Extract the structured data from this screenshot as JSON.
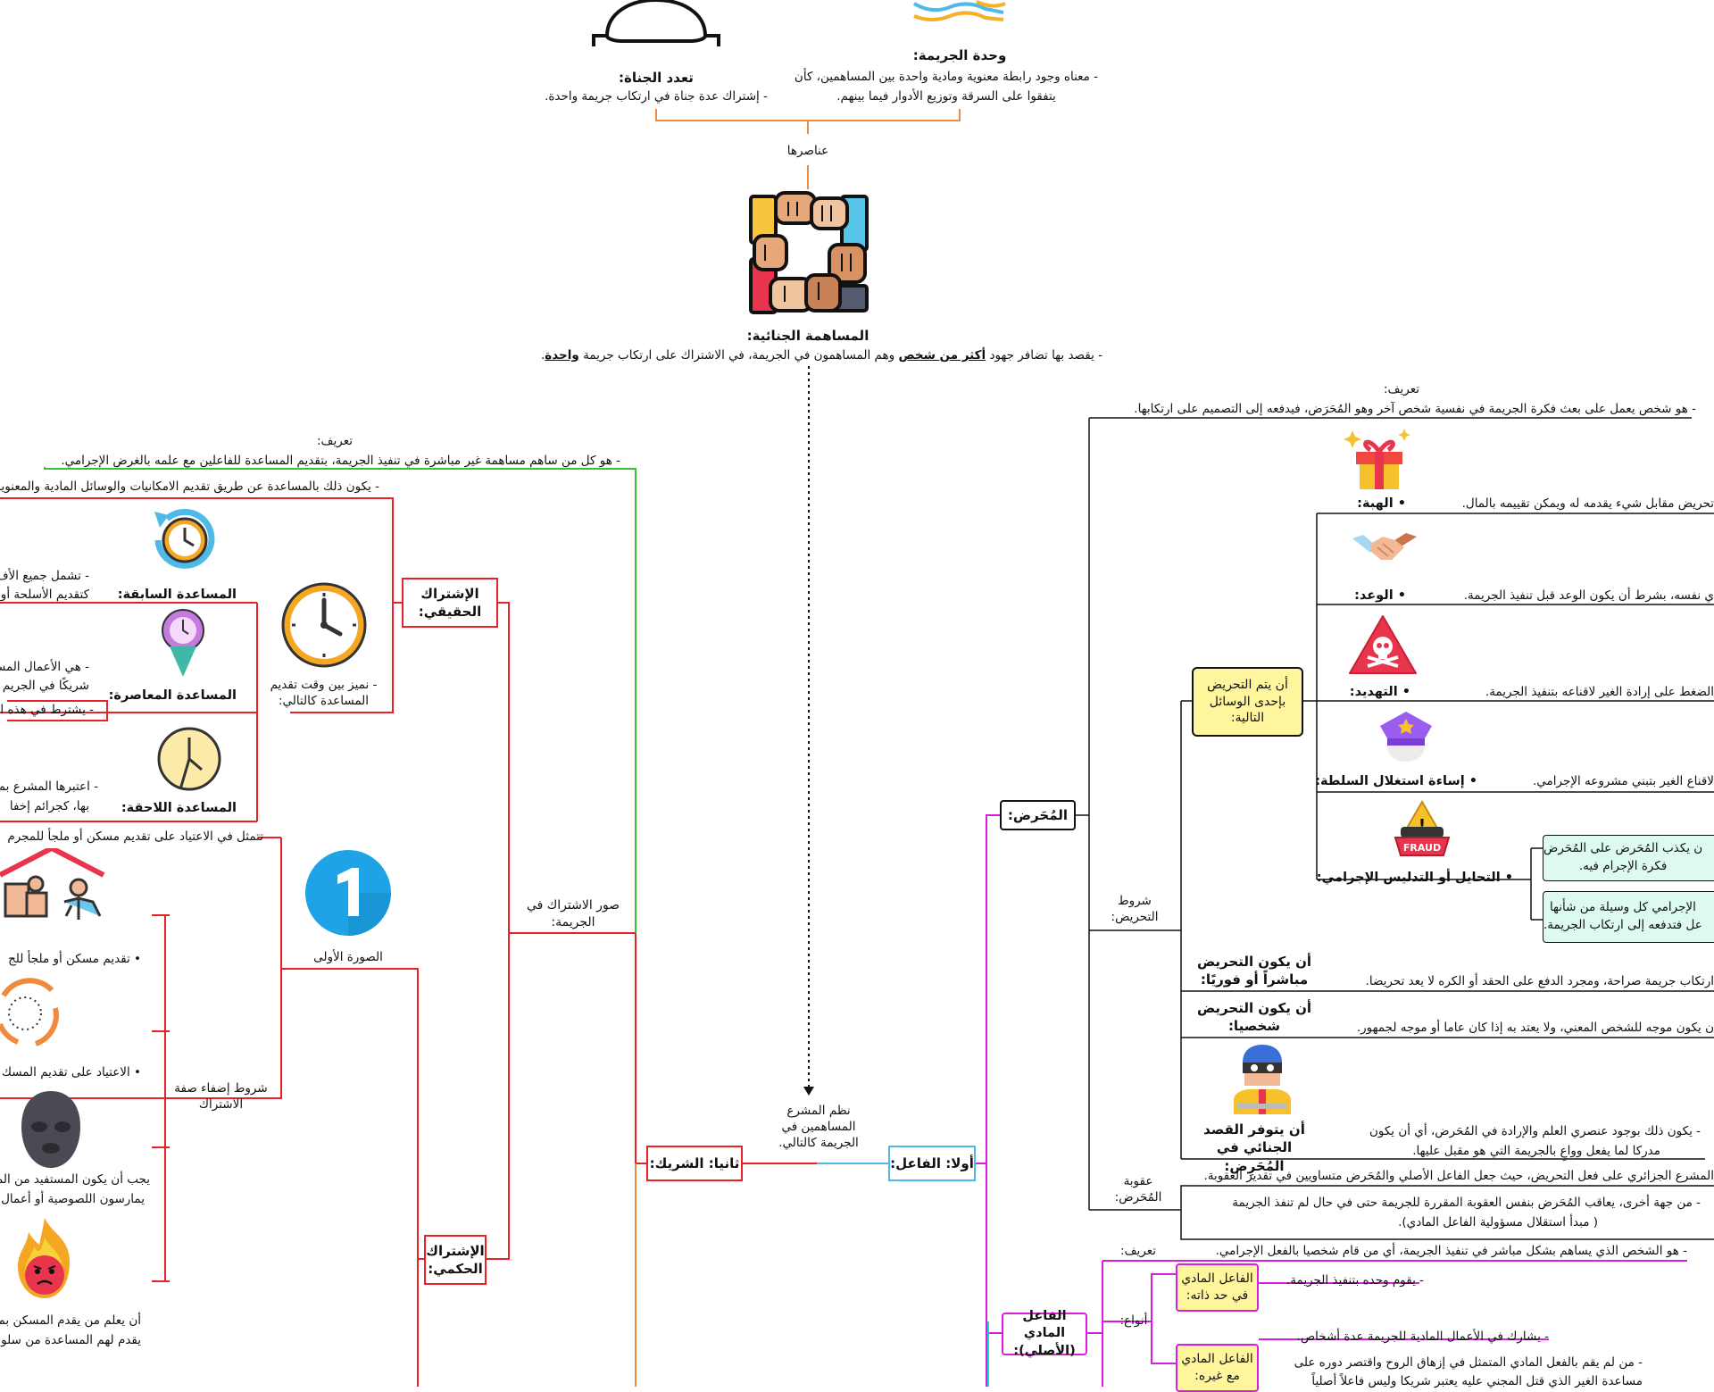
{
  "colors": {
    "orange": "#f08a3c",
    "red": "#e8202a",
    "green": "#36c236",
    "black": "#111111",
    "blue": "#4fb9e8",
    "magenta": "#d91ee0",
    "yellow_box": "#fff59d",
    "mint_box": "#dcfaf0",
    "pink_box": "#f3d0f7"
  },
  "icons": {
    "top_person": "person-silhouette-icon",
    "top_waves": "waves-icon",
    "center": "joined-hands-square-icon",
    "gift": "gift-icon",
    "handshake": "handshake-icon",
    "threat": "skull-warning-icon",
    "authority": "police-cap-icon",
    "fraud": "fraud-thief-icon",
    "thief": "masked-thief-icon",
    "clock1": "clock-counterclockwise-icon",
    "clock2": "clock-icon",
    "timer": "timer-pin-icon",
    "clock3": "clock-late-icon",
    "number_one": "number-one-badge-icon",
    "shelter": "house-family-icon",
    "cycle": "recurring-cycle-icon",
    "masked": "masked-head-icon",
    "fire": "angry-fire-icon"
  },
  "top": {
    "crime_unity_title": "وحدة الجريمة:",
    "crime_unity_text1": "- معناه وجود رابطة معنوية ومادية واحدة بين المساهمين، كأن",
    "crime_unity_text2": "يتفقوا على السرقة وتوزيع الأدوار فيما بينهم.",
    "multiple_perpetrators_title": "تعدد الجناة:",
    "multiple_perpetrators_text": "- إشتراك عدة جناة في ارتكاب جريمة واحدة.",
    "elements_label": "عناصرها"
  },
  "center": {
    "title": "المساهمة الجنائية:",
    "definition_part1": "- يقصد بها تضافر جهود",
    "definition_bold": "أكثر من شخص",
    "definition_part2": "وهم المساهمون في الجريمة، في الاشتراك على ارتكاب جريمة",
    "definition_bold2": "واحدة",
    "system_label": "نظم المشرع المساهمين في الجريمة كالتالي."
  },
  "right": {
    "first_actor": "أولا: الفاعل:",
    "instigator": "المُحَرض:",
    "instigator_def_label": "تعريف:",
    "instigator_def": "- هو شخص يعمل على بعث فكرة الجريمة في نفسية شخص آخر وهو المُحَرَض، فيدفعه إلى التصميم على ارتكابها.",
    "conditions_label": "شروط التحريض:",
    "means_box": "أن يتم التحريض بإحدى الوسائل التالية:",
    "gift_label": "• الهبة:",
    "gift_text": "تحريض مقابل شيء يقدمه له ويمكن تقييمه بالمال.",
    "promise_label": "• الوعد:",
    "promise_text": "ي نفسه، بشرط أن يكون الوعد قبل تنفيذ الجريمة.",
    "threat_label": "• التهديد:",
    "threat_text": "الضغط على إرادة الغير لاقناعه بتنفيذ الجريمة.",
    "authority_label": "• إساءة استغلال السلطة:",
    "authority_text": "لاقناع الغير بتبني مشروعه الإجرامي.",
    "fraud_label": "• التحايل أو التدليس الإجرامي:",
    "fraud_box1_line1": "ن يكذب المُحَرض على المُحَرض",
    "fraud_box1_line2": "فكرة الإجرام فيه.",
    "fraud_box2_line1": "الإجرامي كل وسيلة من شأنها",
    "fraud_box2_line2": "عل فتدفعه إلى ارتكاب الجريمة.",
    "direct_label": "أن يكون التحريض مباشراً أو فوريًا:",
    "direct_text": "ارتكاب جريمة صراحة، ومجرد الدفع على الحقد أو الكره لا يعد تحريضا.",
    "personal_label": "أن يكون التحريض شخصيا:",
    "personal_text": "ن يكون موجه للشخص المعني، ولا يعتد به إذا كان عاما أو موجه لجمهور.",
    "intent_label": "أن يتوفر القصد الجنائي في المُحَرِض:",
    "intent_text1": "- يكون ذلك بوجود عنصري العلم والإرادة في المُحَرض، أي أن يكون",
    "intent_text2": "مدركا لما يفعل وواعٍ بالجريمة التي هو مقبل عليها.",
    "penalty_label": "عقوبة المُحَرض:",
    "penalty_text1": "المشرع الجزائري على فعل التحريض، حيث جعل الفاعل الأصلي والمُحَرض متساويين في تقدير العقوبة.",
    "penalty_text2": "- من جهة أخرى، يعاقب المُحَرض بنفس العقوبة المقررة للجريمة حتى في حال لم تنفذ الجريمة",
    "penalty_text3": "( مبدأ استقلال مسؤولية الفاعل المادي).",
    "material_actor": "الفاعل المادي (الأصلي):",
    "material_def_label": "تعريف:",
    "material_def": "- هو الشخص الذي يساهم بشكل مباشر في تنفيذ الجريمة، أي من قام شخصيا بالفعل الإجرامي.",
    "types_label": "أنواع:",
    "type1": "الفاعل المادي في حد ذاته:",
    "type1_text": "- يقوم وحده بتنفيذ الجريمة.",
    "type2": "الفاعل المادي مع غيره:",
    "type2_text1": "- يشارك في الأعمال المادية للجريمة عدة أشخاص.",
    "type2_text2": "- من لم يقم بالفعل المادي المتمثل في إزهاق الروح واقتصر دوره على",
    "type2_text3": "مساعدة الغير الذي قتل المجني عليه يعتبر شريكا وليس فاعلاً أصلياً"
  },
  "left": {
    "second_partner": "ثانيا: الشريك:",
    "partner_def_label": "تعريف:",
    "partner_def": "- هو كل من ساهم مساهمة غير مباشرة في تنفيذ الجريمة، بتقديم المساعدة للفاعلين مع علمه بالغرض الإجرامي.",
    "forms_label": "صور الاشتراك في الجريمة:",
    "real_participation": "الإشتراك الحقيقي:",
    "real_text": "- يكون ذلك بالمساعدة عن طريق تقديم الامكانيات والوسائل المادية والمعنوية",
    "timing_text": "- نميز بين وقت تقديم المساعدة كالتالي:",
    "prior_help": "المساعدة السابقة:",
    "prior_text1": "- تشمل جميع الأف",
    "prior_text2": "كتقديم الأسلحة أو",
    "concurrent_help": "المساعدة المعاصرة:",
    "concurrent_text1": "- هي الأعمال المس",
    "concurrent_text2": "شريكًا في الجريم",
    "concurrent_text3": "- يشترط في هذه ا",
    "later_help": "المساعدة اللاحقة:",
    "later_text1": "- اعتبرها المشرع بم",
    "later_text2": "بها، كجرائم إخفا",
    "judicial_participation": "الإشتراك الحكمي:",
    "first_form": "الصورة الأولى",
    "first_form_text": "تتمثل في الاعتياد على تقديم مسكن أو ملجأ للمجرم",
    "conditions_label": "شروط إضفاء صفة الاشتراك",
    "cond1": "• تقديم مسكن أو ملجأ للج",
    "cond2": "• الاعتياد على تقديم المسك",
    "cond3_line1": "يجب أن يكون المستفيد من المس",
    "cond3_line2": "يمارسون اللصوصية أو أعمال",
    "cond4_line1": "أن يعلم من يقدم المسكن بما",
    "cond4_line2": "يقدم لهم المساعدة من سلوك"
  }
}
